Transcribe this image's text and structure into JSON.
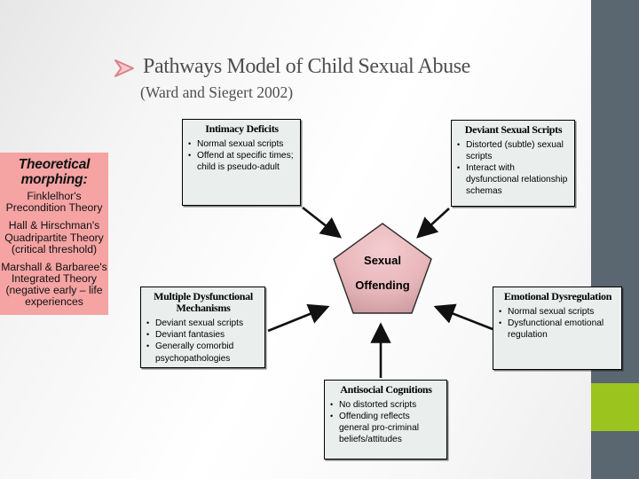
{
  "slide": {
    "title": "Pathways Model of Child Sexual Abuse",
    "subtitle": "(Ward and Siegert 2002)"
  },
  "glyphs": {
    "bullet": "•",
    "title_arrow": "arrowhead"
  },
  "sidebar": {
    "heading": "Theoretical morphing:",
    "items": [
      "Finklelhor's Precondition Theory",
      "Hall & Hirschman's Quadripartite Theory (critical threshold)",
      "Marshall & Barbaree's Integrated Theory (negative early – life experiences"
    ]
  },
  "boxes": {
    "intimacy": {
      "title": "Intimacy Deficits",
      "bullets": [
        "Normal sexual scripts",
        "Offend at specific times; child is pseudo-adult"
      ]
    },
    "deviant": {
      "title": "Deviant Sexual Scripts",
      "bullets": [
        "Distorted (subtle) sexual scripts",
        "Interact with dysfunctional relationship schemas"
      ]
    },
    "multiple": {
      "title": "Multiple Dysfunctional Mechanisms",
      "bullets": [
        "Deviant sexual scripts",
        "Deviant fantasies",
        "Generally comorbid psychopathologies"
      ]
    },
    "emotional": {
      "title": "Emotional Dysregulation",
      "bullets": [
        "Normal sexual scripts",
        "Dysfunctional emotional regulation"
      ]
    },
    "antisocial": {
      "title": "Antisocial Cognitions",
      "bullets": [
        "No distorted scripts",
        "Offending reflects general pro-criminal beliefs/attitudes"
      ]
    }
  },
  "pentagon": {
    "line1": "Sexual",
    "line2": "Offending"
  },
  "colors": {
    "bar": "#5a6670",
    "green_accent": "#9cc41f",
    "pink_panel": "#f5a3a3",
    "box_bg": "#eaeeed",
    "pentagon_light": "#f4cdd0",
    "pentagon_dark": "#c29196",
    "title_text": "#4f4f4f",
    "title_arrow_pink": "#e89099"
  }
}
